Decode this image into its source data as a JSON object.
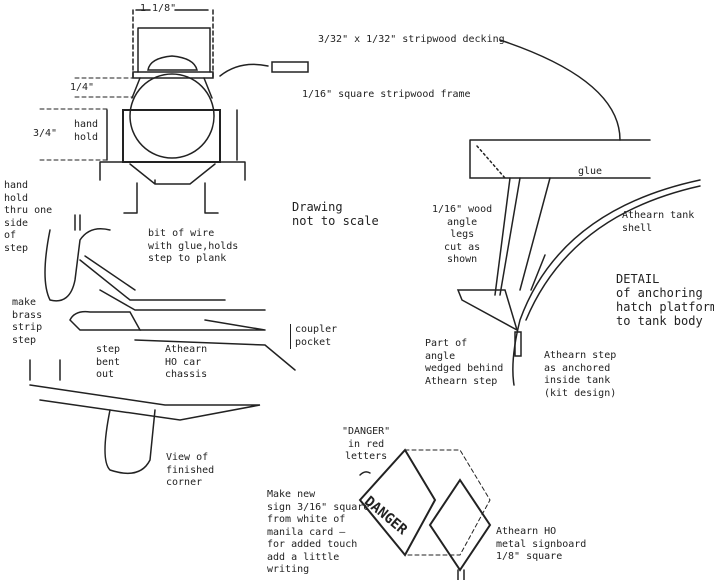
{
  "dimensions": {
    "width_top": "1 1/8\"",
    "height_platform": "1/4\"",
    "height_handhold": "3/4\""
  },
  "labels": {
    "decking": "3/32\" x 1/32\" stripwood decking",
    "frame": "1/16\" square stripwood frame",
    "hand_hold": [
      "hand",
      "hold"
    ],
    "hand_hold_thru": [
      "hand",
      "hold",
      "thru one",
      "side",
      "of",
      "step"
    ],
    "bit_of_wire": [
      "bit of wire",
      "with glue,holds",
      "step to plank"
    ],
    "not_to_scale": [
      "Drawing",
      "not to scale"
    ],
    "glue": "glue",
    "wood_angle_legs": [
      "1/16\" wood",
      "angle",
      "legs",
      "cut as",
      "shown"
    ],
    "tank_shell": [
      "Athearn tank",
      "shell"
    ],
    "detail": [
      "DETAIL",
      "of anchoring",
      "hatch platform",
      "to tank body"
    ],
    "brass_strip": [
      "make",
      "brass",
      "strip",
      "step"
    ],
    "coupler_pocket": [
      "coupler",
      "pocket"
    ],
    "step_bent_out": [
      "step",
      "bent",
      "out"
    ],
    "car_chassis": [
      "Athearn",
      "HO car",
      "chassis"
    ],
    "part_of_angle": [
      "Part of",
      "angle",
      "wedged behind",
      "Athearn step"
    ],
    "athearn_step": [
      "Athearn step",
      "as anchored",
      "inside tank",
      "(kit design)"
    ],
    "finished_corner": [
      "View of",
      "finished",
      "corner"
    ],
    "danger_note": [
      "\"DANGER\"",
      "in red",
      "letters"
    ],
    "make_new_sign": [
      "Make new",
      "sign 3/16\" square",
      "from white of",
      "manila card —",
      "for added touch",
      "add a little",
      "writing"
    ],
    "signboard": [
      "Athearn HO",
      "metal signboard",
      "1/8\" square"
    ],
    "sign_text": "DANGER"
  }
}
